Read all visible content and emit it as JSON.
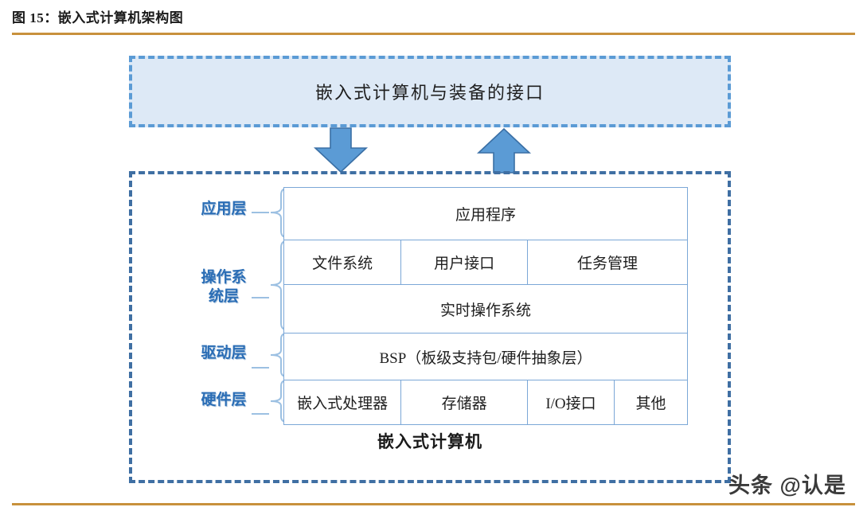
{
  "figure": {
    "title": "图 15：嵌入式计算机架构图",
    "accent_rule_color": "#C8913C",
    "caption": "嵌入式计算机"
  },
  "interface_box": {
    "label": "嵌入式计算机与装备的接口",
    "fill_color": "#DDE9F6",
    "border_color": "#5B9BD5",
    "border_style": "dashed"
  },
  "arrows": [
    {
      "name": "arrow-down",
      "direction": "down",
      "color": "#5B9BD5",
      "outline_color": "#3A6FA5"
    },
    {
      "name": "arrow-up",
      "direction": "up",
      "color": "#5B9BD5",
      "outline_color": "#3A6FA5"
    }
  ],
  "computer_box": {
    "border_color": "#3F6FA3",
    "border_style": "dashed"
  },
  "layers": [
    {
      "key": "application",
      "label": "应用层",
      "label_lines": [
        "应用层"
      ]
    },
    {
      "key": "operating_system",
      "label": "操作系统层",
      "label_lines": [
        "操作系",
        "统层"
      ]
    },
    {
      "key": "driver",
      "label": "驱动层",
      "label_lines": [
        "驱动层"
      ]
    },
    {
      "key": "hardware",
      "label": "硬件层",
      "label_lines": [
        "硬件层"
      ]
    }
  ],
  "label_color": "#2A6DB5",
  "box_border_color": "#7BA7D7",
  "stack_rows": [
    {
      "name": "application-row",
      "cells": [
        {
          "text": "应用程序",
          "span": 4
        }
      ]
    },
    {
      "name": "os-services-row",
      "cells": [
        {
          "text": "文件系统",
          "span": 1
        },
        {
          "text": "用户接口",
          "span": 1
        },
        {
          "text": "任务管理",
          "span": 2
        }
      ]
    },
    {
      "name": "rtos-row",
      "cells": [
        {
          "text": "实时操作系统",
          "span": 4
        }
      ]
    },
    {
      "name": "bsp-row",
      "cells": [
        {
          "text": "BSP（板级支持包/硬件抽象层）",
          "span": 4
        }
      ]
    },
    {
      "name": "hardware-row",
      "cells": [
        {
          "text": "嵌入式处理器",
          "span": 1
        },
        {
          "text": "存储器",
          "span": 1
        },
        {
          "text": "I/O接口",
          "span": 1
        },
        {
          "text": "其他",
          "span": 1
        }
      ]
    }
  ],
  "watermark": {
    "text": "头条 @认是"
  }
}
